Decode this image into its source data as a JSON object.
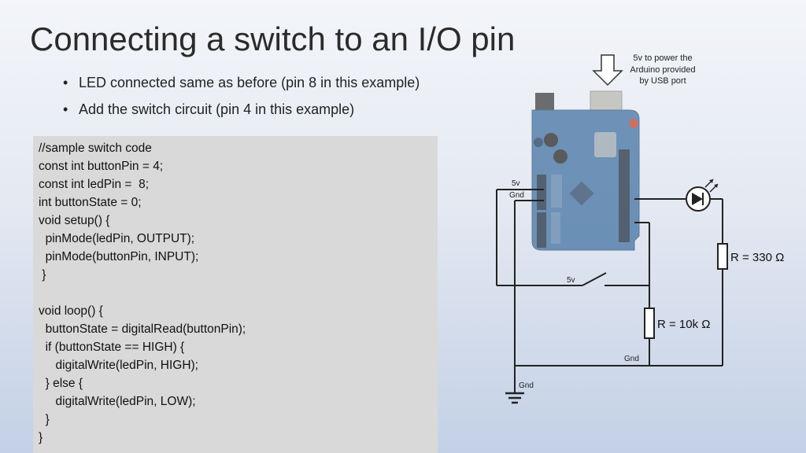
{
  "slide": {
    "title": "Connecting a switch to an I/O pin",
    "bullets": [
      "LED connected same as before (pin 8 in this example)",
      "Add the switch circuit (pin 4 in this example)"
    ]
  },
  "code": {
    "lines": [
      "//sample switch code",
      "const int buttonPin = 4;",
      "const int ledPin =  8;",
      "int buttonState = 0;",
      "void setup() {",
      "  pinMode(ledPin, OUTPUT);",
      "  pinMode(buttonPin, INPUT);",
      " }",
      "",
      "void loop() {",
      "  buttonState = digitalRead(buttonPin);",
      "  if (buttonState == HIGH) {",
      "     digitalWrite(ledPin, HIGH);",
      "  } else {",
      "     digitalWrite(ledPin, LOW);",
      "  }",
      "}"
    ]
  },
  "schematic": {
    "usb_note": [
      "5v to power the",
      "Arduino provided",
      "by USB port"
    ],
    "board_5v": "5v",
    "board_gnd": "Gnd",
    "switch_5v": "5v",
    "r1_label": "R = 330 Ω",
    "r2_label": "R = 10k Ω",
    "gnd_mid": "Gnd",
    "gnd_bottom": "Gnd"
  }
}
